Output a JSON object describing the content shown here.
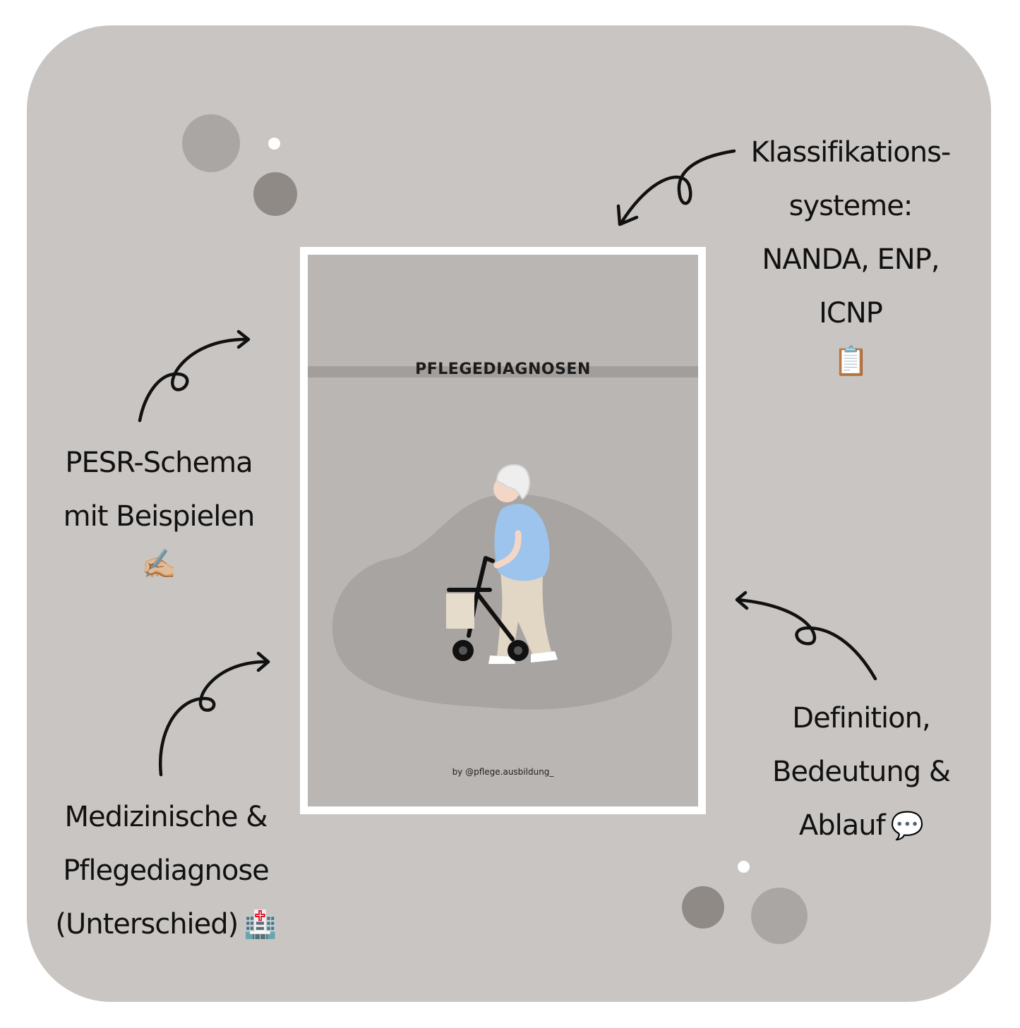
{
  "labels": {
    "classification": {
      "lines": [
        "Klassifikations-",
        "systeme:",
        "NANDA, ENP,",
        "ICNP"
      ],
      "icon": "clipboard-icon",
      "emoji": "📋"
    },
    "pesr": {
      "lines": [
        "PESR-Schema",
        "mit Beispielen"
      ],
      "icon": "writing-hand-icon",
      "emoji": "✍🏼"
    },
    "definition": {
      "lines": [
        "Definition,",
        "Bedeutung &",
        "Ablauf"
      ],
      "icon": "speech-bubble-icon",
      "emoji": "💬"
    },
    "medical": {
      "lines": [
        "Medizinische &",
        "Pflegediagnose",
        "(Unterschied)"
      ],
      "icon": "hospital-icon",
      "emoji": "🏥"
    }
  },
  "poster": {
    "title": "PFLEGEDIAGNOSEN",
    "credit": "by  @pflege.ausbildung_"
  },
  "colors": {
    "background": "#c9c5c2",
    "poster": "#bab6b4",
    "poster_frame": "#ffffff",
    "blob": "#a8a4a2",
    "dot_light": "#aaa6a4",
    "dot_dark": "#8f8a86",
    "text": "#111111"
  }
}
